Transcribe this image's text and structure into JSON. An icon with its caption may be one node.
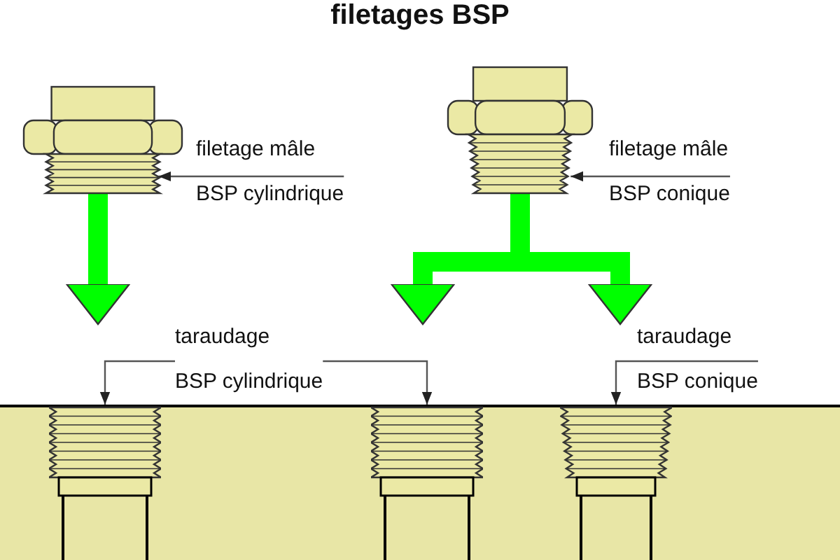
{
  "diagram": {
    "title": "filetages BSP",
    "nodes": [
      {
        "text": [
          "filetage mâle",
          "BSP cylindrique"
        ]
      },
      {
        "text": [],
        "shape": "picture"
      },
      {
        "text": [
          "filetage mâle",
          "BSP conique"
        ]
      },
      {
        "text": [],
        "shape": "picture"
      },
      {
        "text": [
          "taraudage",
          "BSP cylindrique"
        ]
      },
      {
        "text": [],
        "shape": "picture"
      },
      {
        "text": [],
        "shape": "picture"
      },
      {
        "text": [
          "taraudage",
          "BSP conique"
        ]
      },
      {
        "text": [],
        "shape": "picture"
      }
    ],
    "edges": [
      {
        "from": 0,
        "to": 1,
        "arrow": "to"
      },
      {
        "from": 2,
        "to": 3,
        "arrow": "to"
      },
      {
        "from": 1,
        "to": 4,
        "arrow": "to",
        "style": "thick",
        "color": "#00ff00"
      },
      {
        "from": 3,
        "to": 4,
        "arrow": "to",
        "style": "thick",
        "color": "#00ff00"
      },
      {
        "from": 3,
        "to": 7,
        "arrow": "to",
        "style": "thick",
        "color": "#00ff00"
      },
      {
        "from": 4,
        "to": 5,
        "arrow": "to"
      },
      {
        "from": 4,
        "to": 6,
        "arrow": "to"
      },
      {
        "from": 7,
        "to": 8,
        "arrow": "to"
      }
    ]
  }
}
